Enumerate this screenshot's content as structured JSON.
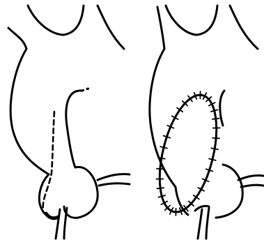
{
  "figure": {
    "panels": [
      {
        "id": "left",
        "icon": "pre-repair-diagram-icon"
      },
      {
        "id": "right",
        "icon": "post-repair-sutured-diagram-icon"
      }
    ],
    "colors": {
      "ink": "#000000",
      "background": "#ffffff"
    },
    "suture_stitch_count": 34
  }
}
